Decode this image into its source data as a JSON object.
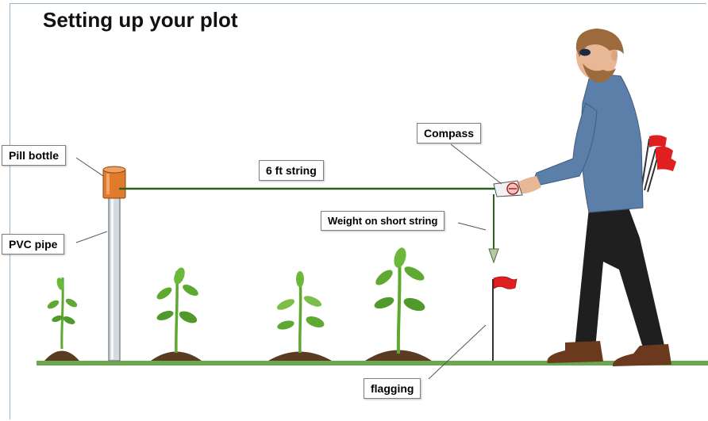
{
  "title": "Setting up your plot",
  "labels": {
    "pill_bottle": "Pill bottle",
    "pvc_pipe": "PVC pipe",
    "string": "6 ft string",
    "compass": "Compass",
    "weight": "Weight on short string",
    "flagging": "flagging"
  },
  "colors": {
    "ground": "#6aa84f",
    "string": "#2e5e1e",
    "bottle": "#e07b2c",
    "pipe": "#cfd4d8",
    "flag": "#e02020",
    "shirt": "#5b7fa8",
    "pants": "#1f1f1f",
    "boots": "#6b3a1e",
    "leaf": "#5fa832",
    "soil": "#5b3b22"
  }
}
